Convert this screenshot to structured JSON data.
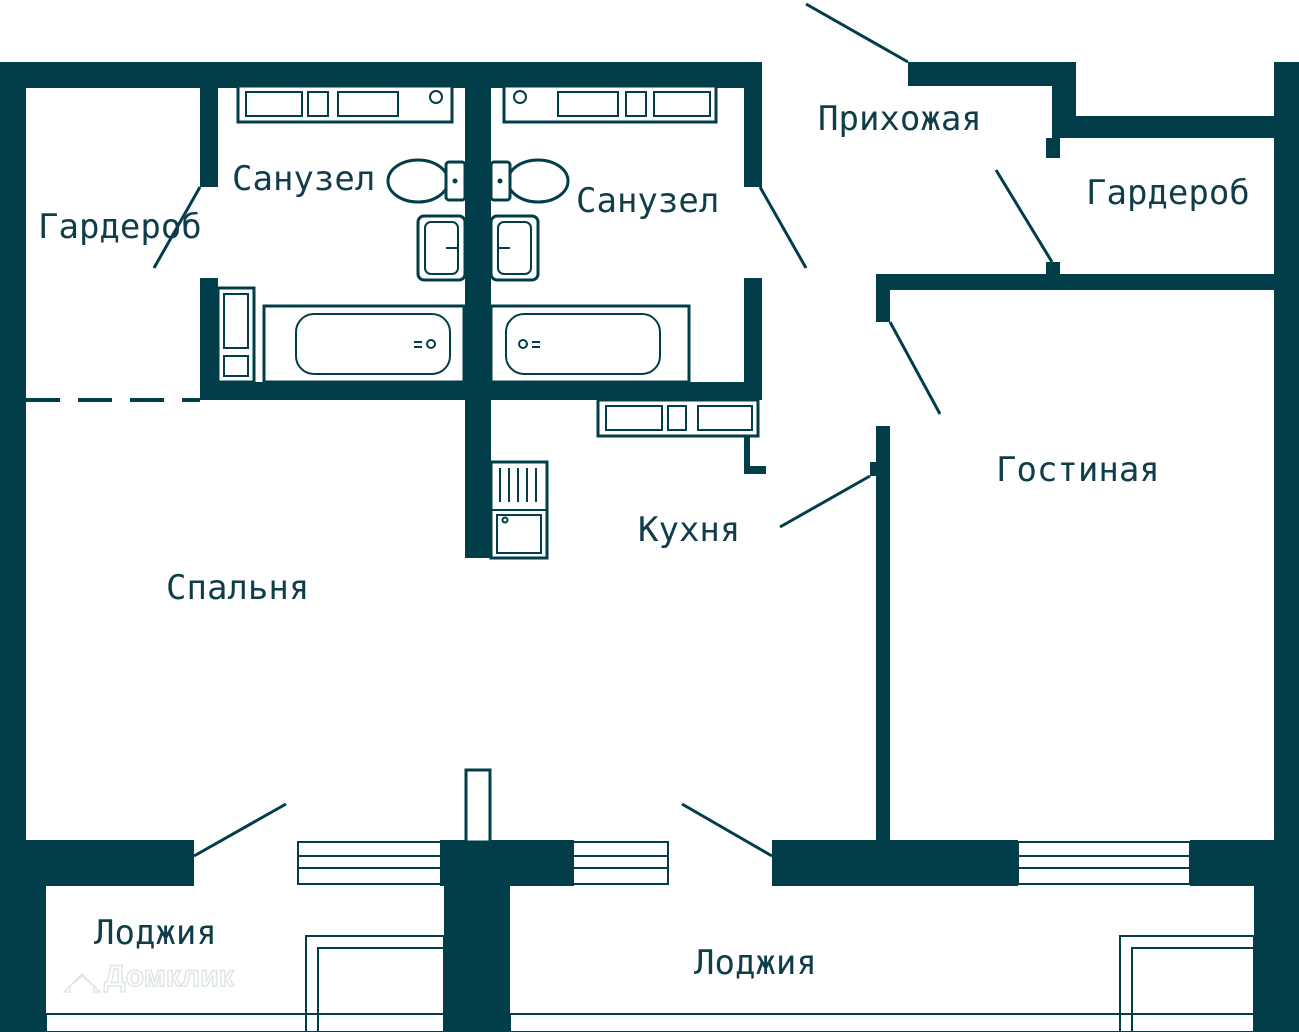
{
  "colors": {
    "wall": "#023d4a",
    "label": "#0f3e4a",
    "background": "#ffffff"
  },
  "rooms": {
    "wardrobe_left": "Гардероб",
    "bathroom_left": "Санузел",
    "bathroom_right": "Санузел",
    "hallway": "Прихожая",
    "wardrobe_right": "Гардероб",
    "living_room": "Гостиная",
    "kitchen": "Кухня",
    "bedroom": "Спальня",
    "loggia_left": "Лоджия",
    "loggia_right": "Лоджия"
  },
  "watermark": "Домклик"
}
